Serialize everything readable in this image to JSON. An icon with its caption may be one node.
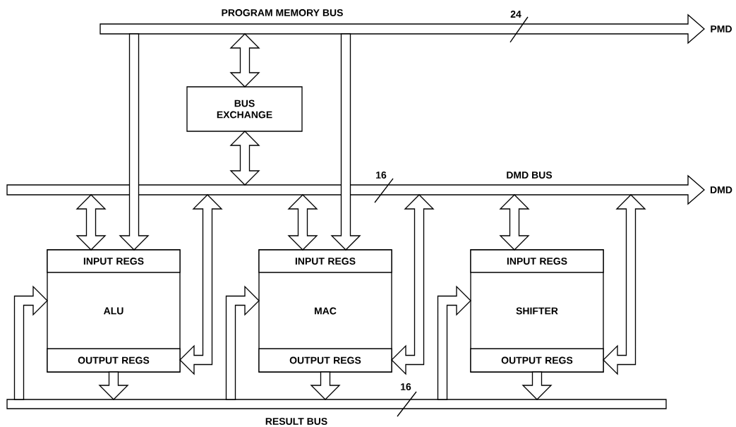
{
  "diagram": {
    "nodes": [
      {
        "text": [
          "PROGRAM MEMORY BUS"
        ],
        "beside": [
          "PMD"
        ]
      },
      {
        "text": [
          "BUS EXCHANGE"
        ]
      },
      {
        "text": [
          "DMD BUS"
        ],
        "beside": [
          "DMD"
        ]
      },
      {
        "text": [
          "ALU"
        ]
      },
      {
        "text": [
          "INPUT REGS"
        ],
        "in": 3
      },
      {
        "text": [
          "OUTPUT REGS"
        ],
        "in": 3
      },
      {
        "text": [
          "MAC"
        ]
      },
      {
        "text": [
          "INPUT REGS"
        ],
        "in": 6
      },
      {
        "text": [
          "OUTPUT REGS"
        ],
        "in": 6
      },
      {
        "text": [
          "SHIFTER"
        ]
      },
      {
        "text": [
          "INPUT REGS"
        ],
        "in": 9
      },
      {
        "text": [
          "OUTPUT REGS"
        ],
        "in": 9
      },
      {
        "text": [
          "RESULT BUS"
        ]
      }
    ],
    "edges": [
      {
        "from": 0,
        "to": 1,
        "arrow": "both"
      },
      {
        "from": 1,
        "to": 2,
        "arrow": "both"
      },
      {
        "from": 2,
        "to": 4,
        "arrow": "both"
      },
      {
        "from": 0,
        "to": 4,
        "arrow": "to"
      },
      {
        "from": 2,
        "to": 5,
        "arrow": "both"
      },
      {
        "from": 5,
        "to": 12,
        "arrow": "to"
      },
      {
        "from": 12,
        "to": 3,
        "arrow": "to"
      },
      {
        "from": 2,
        "to": 7,
        "arrow": "both"
      },
      {
        "from": 0,
        "to": 7,
        "arrow": "to"
      },
      {
        "from": 2,
        "to": 8,
        "arrow": "both"
      },
      {
        "from": 8,
        "to": 12,
        "arrow": "to"
      },
      {
        "from": 12,
        "to": 6,
        "arrow": "to"
      },
      {
        "from": 2,
        "to": 10,
        "arrow": "both"
      },
      {
        "from": 2,
        "to": 11,
        "arrow": "both"
      },
      {
        "from": 11,
        "to": 12,
        "arrow": "to"
      },
      {
        "from": 12,
        "to": 9,
        "arrow": "to"
      }
    ],
    "labels": [
      "24",
      "16",
      "16"
    ]
  }
}
